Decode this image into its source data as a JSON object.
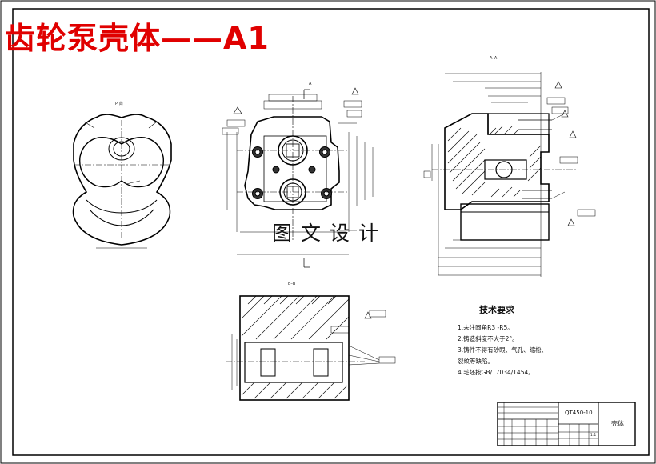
{
  "title": "齿轮泵壳体——A1",
  "watermark": "图文设计",
  "views": {
    "left_label": "P 向",
    "section_aa": "A–A",
    "section_bb": "B–B",
    "cut_mark_a": "A"
  },
  "tech_requirements": {
    "heading": "技术要求",
    "items": [
      "1.未注圆角R3 -R5。",
      "2.铸造斜度不大于2°。",
      "3.铸件不得有砂眼、气孔、缩松、",
      "裂纹等缺陷。",
      "4.毛坯按GB/T7034/T454。"
    ]
  },
  "title_block": {
    "drawing_no": "QT450-10",
    "part_name": "壳体",
    "scale": "1:1"
  }
}
